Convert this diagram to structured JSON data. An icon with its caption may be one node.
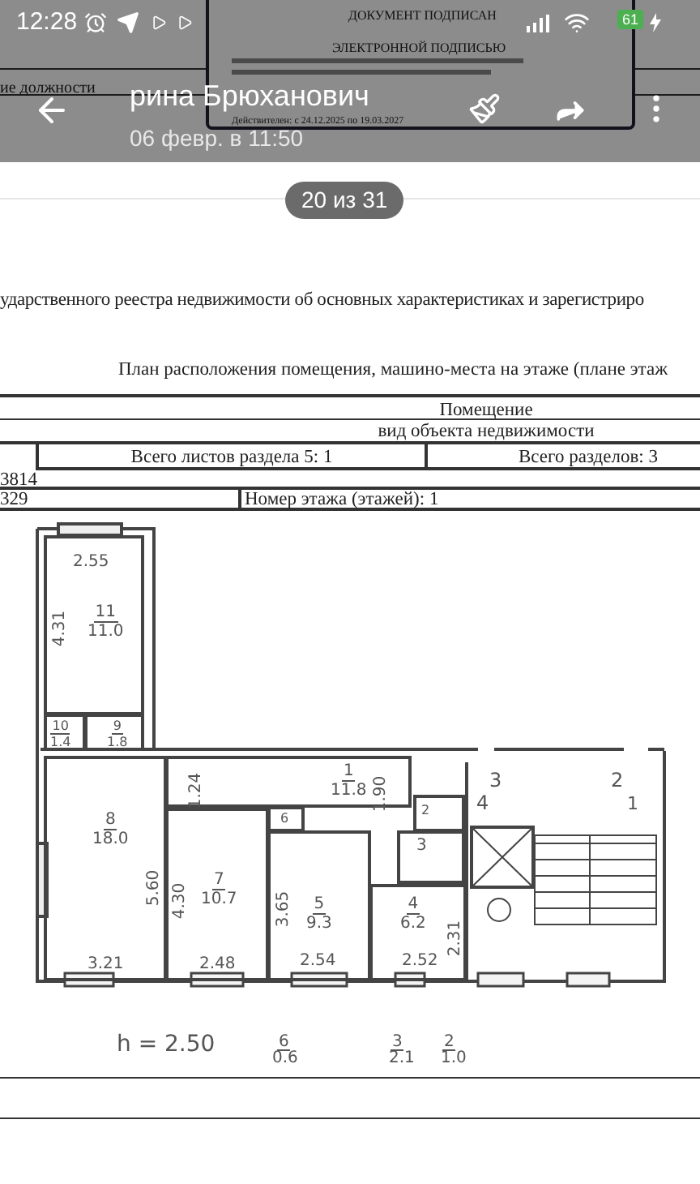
{
  "diagram": {
    "nodes": [
      {
        "text": [
          "11",
          "11.0"
        ]
      },
      {
        "text": [
          "10",
          "1.4"
        ]
      },
      {
        "text": [
          "9",
          "1.8"
        ]
      },
      {
        "text": [
          "1",
          "11.8"
        ]
      },
      {
        "text": [
          "8",
          "18.0"
        ]
      },
      {
        "text": [
          "7",
          "10.7"
        ]
      },
      {
        "text": [
          "6"
        ]
      },
      {
        "text": [
          "5",
          "9.3"
        ]
      },
      {
        "text": [
          "2"
        ]
      },
      {
        "text": [
          "3"
        ]
      },
      {
        "text": [
          "4",
          "6.2"
        ]
      }
    ],
    "labels": [
      "12:28",
      "ДОКУМЕНТ ПОДПИСАН",
      "61",
      "ЭЛЕКТРОННОЙ ПОДПИСЬЮ",
      "Действителен: с 24.12.2025 по 19.03.2027",
      "ие должности",
      "рина Брюханович",
      "06 февр. в 11:50",
      "20 из 31",
      "ударственного реестра недвижимости об основных характеристиках и зарегистриро",
      "План расположения помещения, машино-места на этаже (плане этаж",
      "Помещение",
      "вид объекта недвижимости",
      "Всего листов раздела 5: 1",
      "Всего разделов: 3",
      "3814",
      "329",
      "Номер этажа (этажей): 1",
      "2.55",
      "4.31",
      "1.24",
      "1.90",
      "5.60",
      "4.30",
      "3.65",
      "2.31",
      "3.21",
      "2.48",
      "2.54",
      "2.52",
      "3",
      "4",
      "2",
      "1",
      "h = 2.50",
      "6",
      "0.6",
      "3",
      "2.1",
      "2",
      "1.0"
    ]
  }
}
